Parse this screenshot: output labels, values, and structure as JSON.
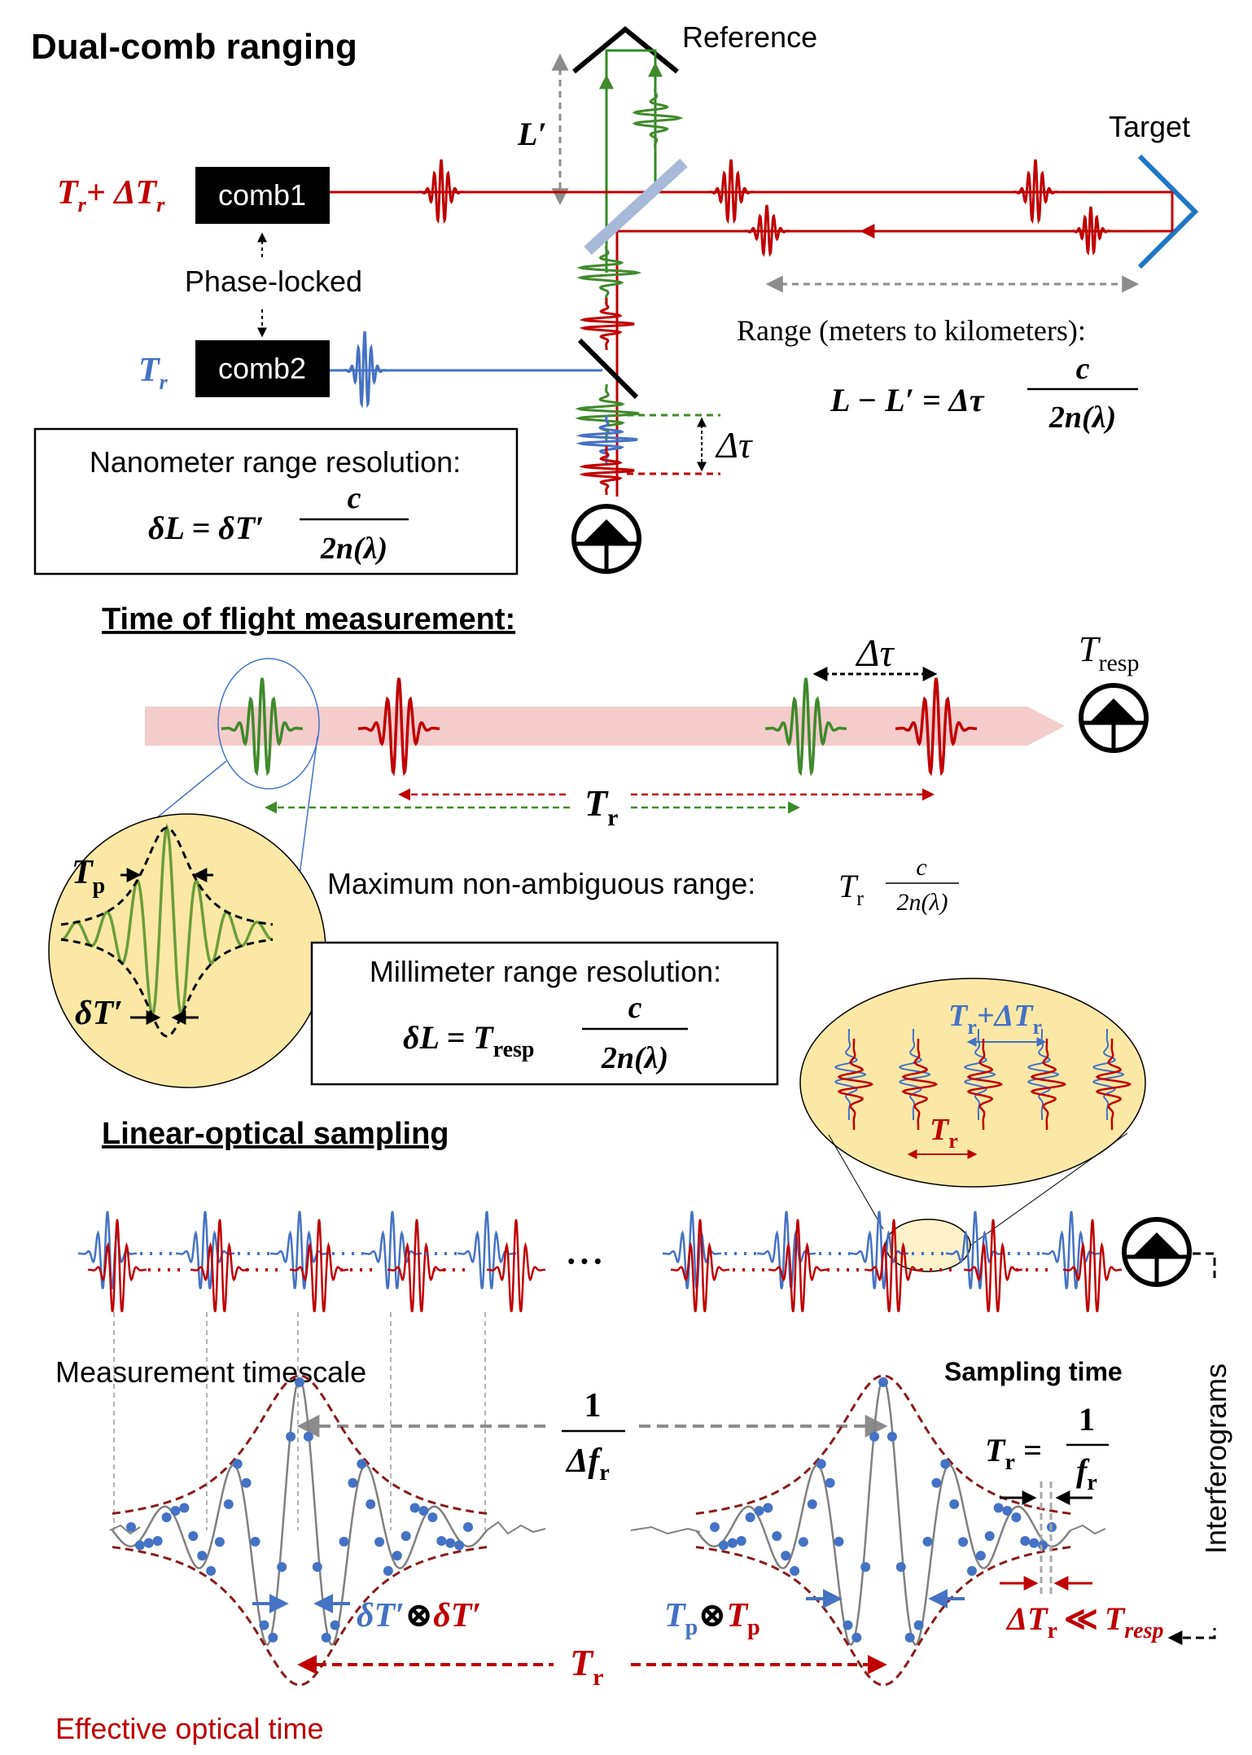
{
  "title": "Dual-comb ranging",
  "labels": {
    "reference": "Reference",
    "target": "Target",
    "comb1": "comb1",
    "comb2": "comb2",
    "phase_locked": "Phase-locked",
    "comb1_rate_T": "T",
    "comb1_rate_sub": "r",
    "comb1_rate_rest": "+ ΔT",
    "comb1_rate_sub2": "r",
    "comb2_rate_T": "T",
    "comb2_rate_sub": "r",
    "L_prime": "L′",
    "delta_tau": "Δτ",
    "range_caption": "Range (meters to kilometers):",
    "range_formula_lhs": "L − L′ = Δτ",
    "frac_c": "c",
    "frac_2n": "2n(λ)",
    "nano_caption": "Nanometer range resolution:",
    "nano_formula_lhs": "δL = δT′",
    "tof_heading": "Time of flight measurement:",
    "t_resp_T": "T",
    "t_resp_sub": "resp",
    "tr_T": "T",
    "tr_sub": "r",
    "tp_T": "T",
    "tp_sub": "p",
    "dT_prime": "δT′",
    "max_range_caption": "Maximum non-ambiguous range:",
    "milli_caption": "Millimeter range resolution:",
    "milli_formula_lhs": "δL = T",
    "milli_formula_sub": "resp",
    "los_heading": "Linear-optical sampling",
    "inset_top_T": "T",
    "inset_top_sub": "r",
    "inset_top_rest": "+ΔT",
    "inset_top_sub2": "r",
    "ellipsis": "• • •",
    "measurement_timescale": "Measurement timescale",
    "sampling_time": "Sampling time",
    "sampling_formula_lhs": "T",
    "sampling_formula_sub": "r",
    "sampling_formula_eq": "=",
    "sampling_num": "1",
    "sampling_den_f": "f",
    "sampling_den_sub": "r",
    "interferograms": "Interferograms",
    "one_over_num": "1",
    "one_over_den": "Δf",
    "one_over_den_sub": "r",
    "conv_left_a": "δT′",
    "conv_left_op": "⊗",
    "conv_left_b": "δT′",
    "conv_right_a": "T",
    "conv_right_a_sub": "p",
    "conv_right_op": "⊗",
    "conv_right_b": "T",
    "conv_right_b_sub": "p",
    "dtr_lhs": "ΔT",
    "dtr_sub": "r",
    "dtr_rel": "≪",
    "dtr_rhs": "T",
    "dtr_rhs_sub": "resp",
    "effective_optical_time": "Effective optical time"
  },
  "colors": {
    "red": "#c00000",
    "green": "#3f8a2a",
    "blue": "#4472c4",
    "dark_red": "#8b1a1a",
    "gray": "#808080",
    "pink_band": "#f4cccc",
    "inset_fill": "#fbe8a6",
    "mirror_blue": "#1f77c4"
  }
}
